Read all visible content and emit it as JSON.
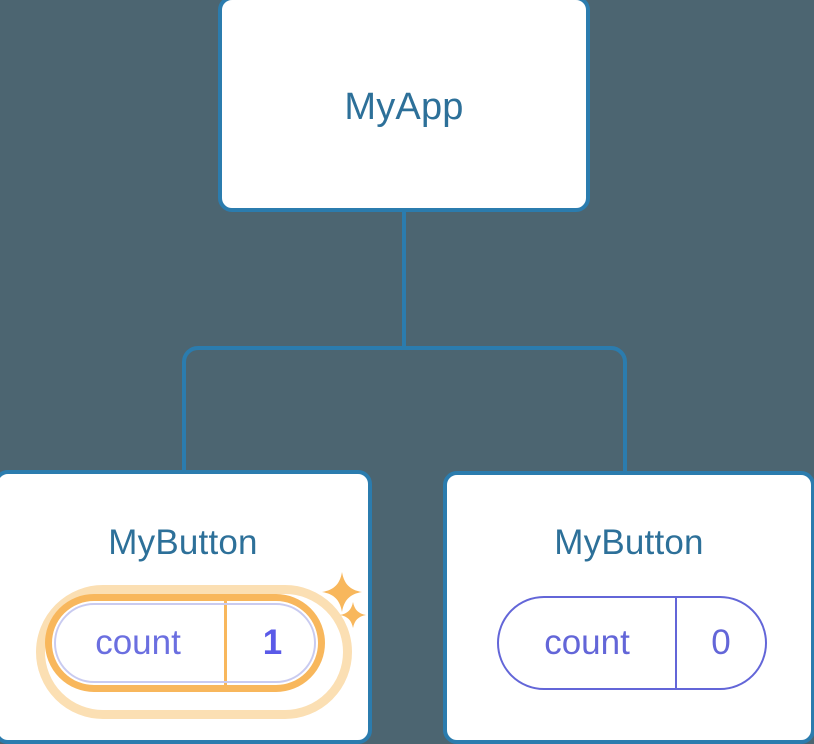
{
  "diagram": {
    "type": "component-tree",
    "background_color": "#4c6571",
    "edge_color": "#2b7cae",
    "card_border_color": "#2b7cae",
    "title_color": "#2d7099",
    "state_color": "#6366d8",
    "highlight_color": "#f8b75c",
    "highlight_glow_color": "#fbdfb3",
    "nodes": [
      {
        "id": "root",
        "title": "MyApp",
        "state": null,
        "highlighted": false
      },
      {
        "id": "child-left",
        "title": "MyButton",
        "state": {
          "key": "count",
          "value": "1"
        },
        "highlighted": true,
        "sparkles": 2
      },
      {
        "id": "child-right",
        "title": "MyButton",
        "state": {
          "key": "count",
          "value": "0"
        },
        "highlighted": false,
        "sparkles": 0
      }
    ],
    "edges": [
      {
        "from": "root",
        "to": "child-left"
      },
      {
        "from": "root",
        "to": "child-right"
      }
    ],
    "icons": {
      "sparkle_large": "sparkle-icon",
      "sparkle_small": "sparkle-icon"
    }
  }
}
